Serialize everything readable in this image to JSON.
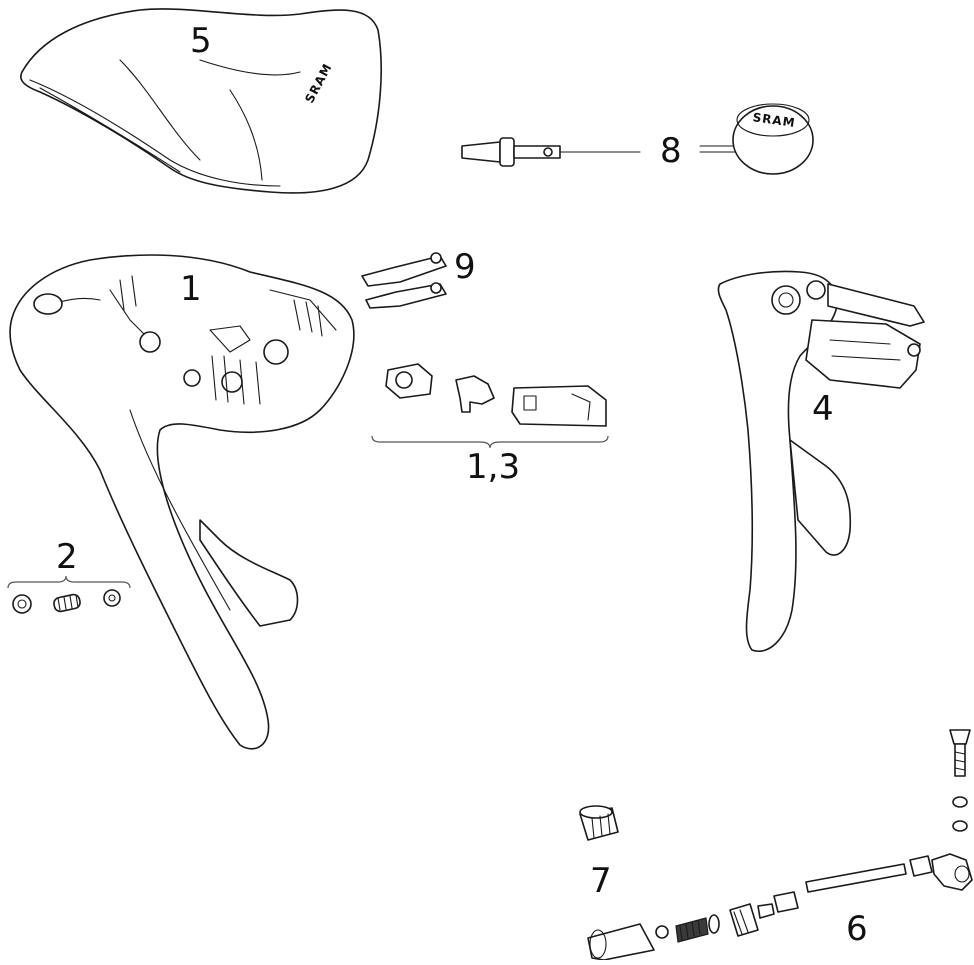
{
  "callouts": {
    "c1": "1",
    "c2": "2",
    "c13": "1,3",
    "c4": "4",
    "c5": "5",
    "c6": "6",
    "c7": "7",
    "c8": "8",
    "c9": "9"
  },
  "logos": {
    "hood": "SRAM",
    "cap": "SRAM"
  },
  "colors": {
    "line": "#1a1a1a",
    "brace": "#555555",
    "fill": "#ffffff"
  }
}
